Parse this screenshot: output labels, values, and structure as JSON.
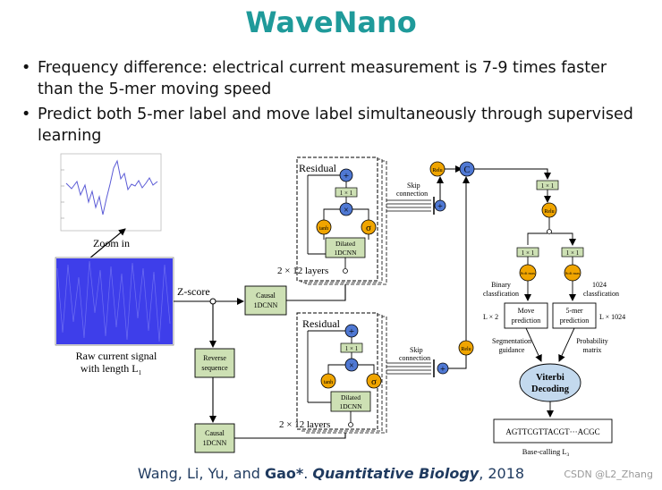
{
  "slide": {
    "title": "WaveNano",
    "bullets": [
      "Frequency difference: electrical current measurement is 7-9 times faster than the 5-mer moving speed",
      "Predict both 5-mer label and move label simultaneously through supervised learning"
    ],
    "citation": {
      "authors": "Wang, Li, Yu, and ",
      "lead_author": "Gao*",
      "sep": ". ",
      "journal": "Quantitative Biology",
      "year": ", 2018"
    },
    "watermark": "CSDN @L2_Zhang"
  },
  "diagram": {
    "zoom_in": "Zoom in",
    "raw_signal_line1": "Raw current signal",
    "raw_signal_line2": "with length L",
    "raw_signal_sub": "1",
    "zscore": "Z-score",
    "causal_top_l1": "Causal",
    "causal_top_l2": "1DCNN",
    "reverse_l1": "Reverse",
    "reverse_l2": "sequence",
    "causal_bot_l1": "Causal",
    "causal_bot_l2": "1DCNN",
    "residual_top": "Residual",
    "residual_bot": "Residual",
    "conv1x1": "1 × 1",
    "tanh": "tanh",
    "sigma": "σ",
    "dilated_l1": "Dilated",
    "dilated_l2": "1DCNN",
    "layers_top": "2 × 12 layers",
    "layers_bot": "2 × 12 layers",
    "skip_l1": "Skip",
    "skip_l2": "connection",
    "relu": "Relu",
    "concat": "C",
    "softmax": "Soft max",
    "binary_l1": "Binary",
    "binary_l2": "classfication",
    "cls1024_l1": "1024",
    "cls1024_l2": "classfication",
    "move_l1": "Move",
    "move_l2": "prediction",
    "fivemer_l1": "5-mer",
    "fivemer_l2": "prediction",
    "l2x2": "L  × 2",
    "l2x1024": "L  × 1024",
    "l2_sub": "2",
    "seg_l1": "Segmentation",
    "seg_l2": "guidance",
    "prob_l1": "Probability",
    "prob_l2": "matrix",
    "viterbi_l1": "Viterbi",
    "viterbi_l2": "Decoding",
    "output_seq": "AGTTCGTTACGT···ACGC",
    "basecalling": "Base-calling L",
    "basecalling_sub": "3"
  }
}
